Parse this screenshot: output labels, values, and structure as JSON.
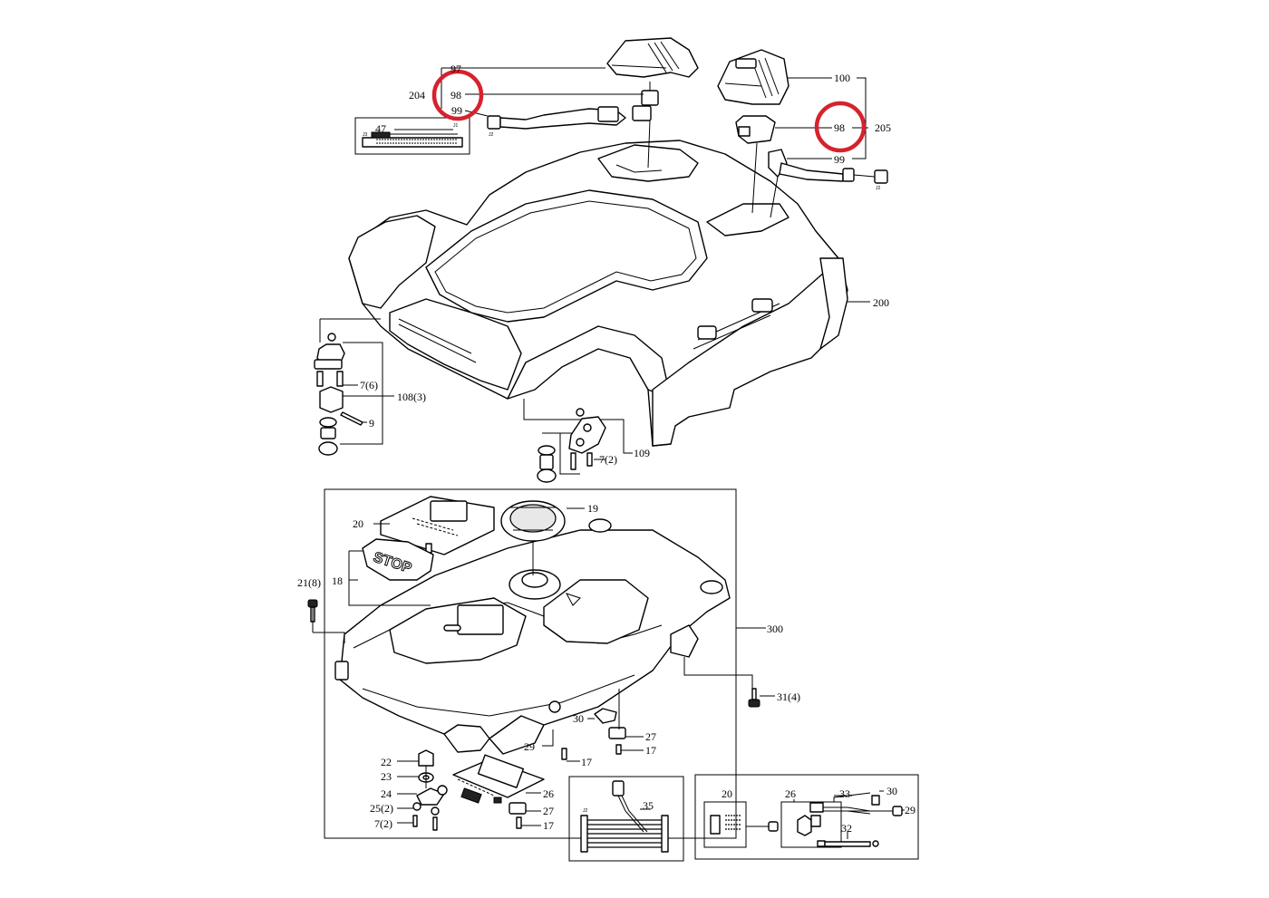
{
  "colors": {
    "highlight": "#d6222e",
    "line": "#000000",
    "background": "#ffffff"
  },
  "labels": {
    "p97": "97",
    "p98a": "98",
    "p204": "204",
    "p99a": "99",
    "p47": "47",
    "p100": "100",
    "p98b": "98",
    "p205": "205",
    "p99b": "99",
    "p200": "200",
    "p7_6": "7(6)",
    "p108_3": "108(3)",
    "p9": "9",
    "p7_2a": "7(2)",
    "p109": "109",
    "p19": "19",
    "p20a": "20",
    "p18": "18",
    "p21_8": "21(8)",
    "p300": "300",
    "p31_4": "31(4)",
    "p30a": "30",
    "p27a": "27",
    "p17a": "17",
    "p29a": "29",
    "p17b": "17",
    "p22": "22",
    "p23": "23",
    "p24": "24",
    "p25_2": "25(2)",
    "p7_2b": "7(2)",
    "p26a": "26",
    "p27b": "27",
    "p17c": "17",
    "p35": "35",
    "p20b": "20",
    "p26b": "26",
    "p33": "33",
    "p30b": "30",
    "p29b": "29",
    "p32": "32"
  },
  "decals": {
    "stop": "STOP"
  },
  "highlighted_parts": [
    "98",
    "98"
  ]
}
